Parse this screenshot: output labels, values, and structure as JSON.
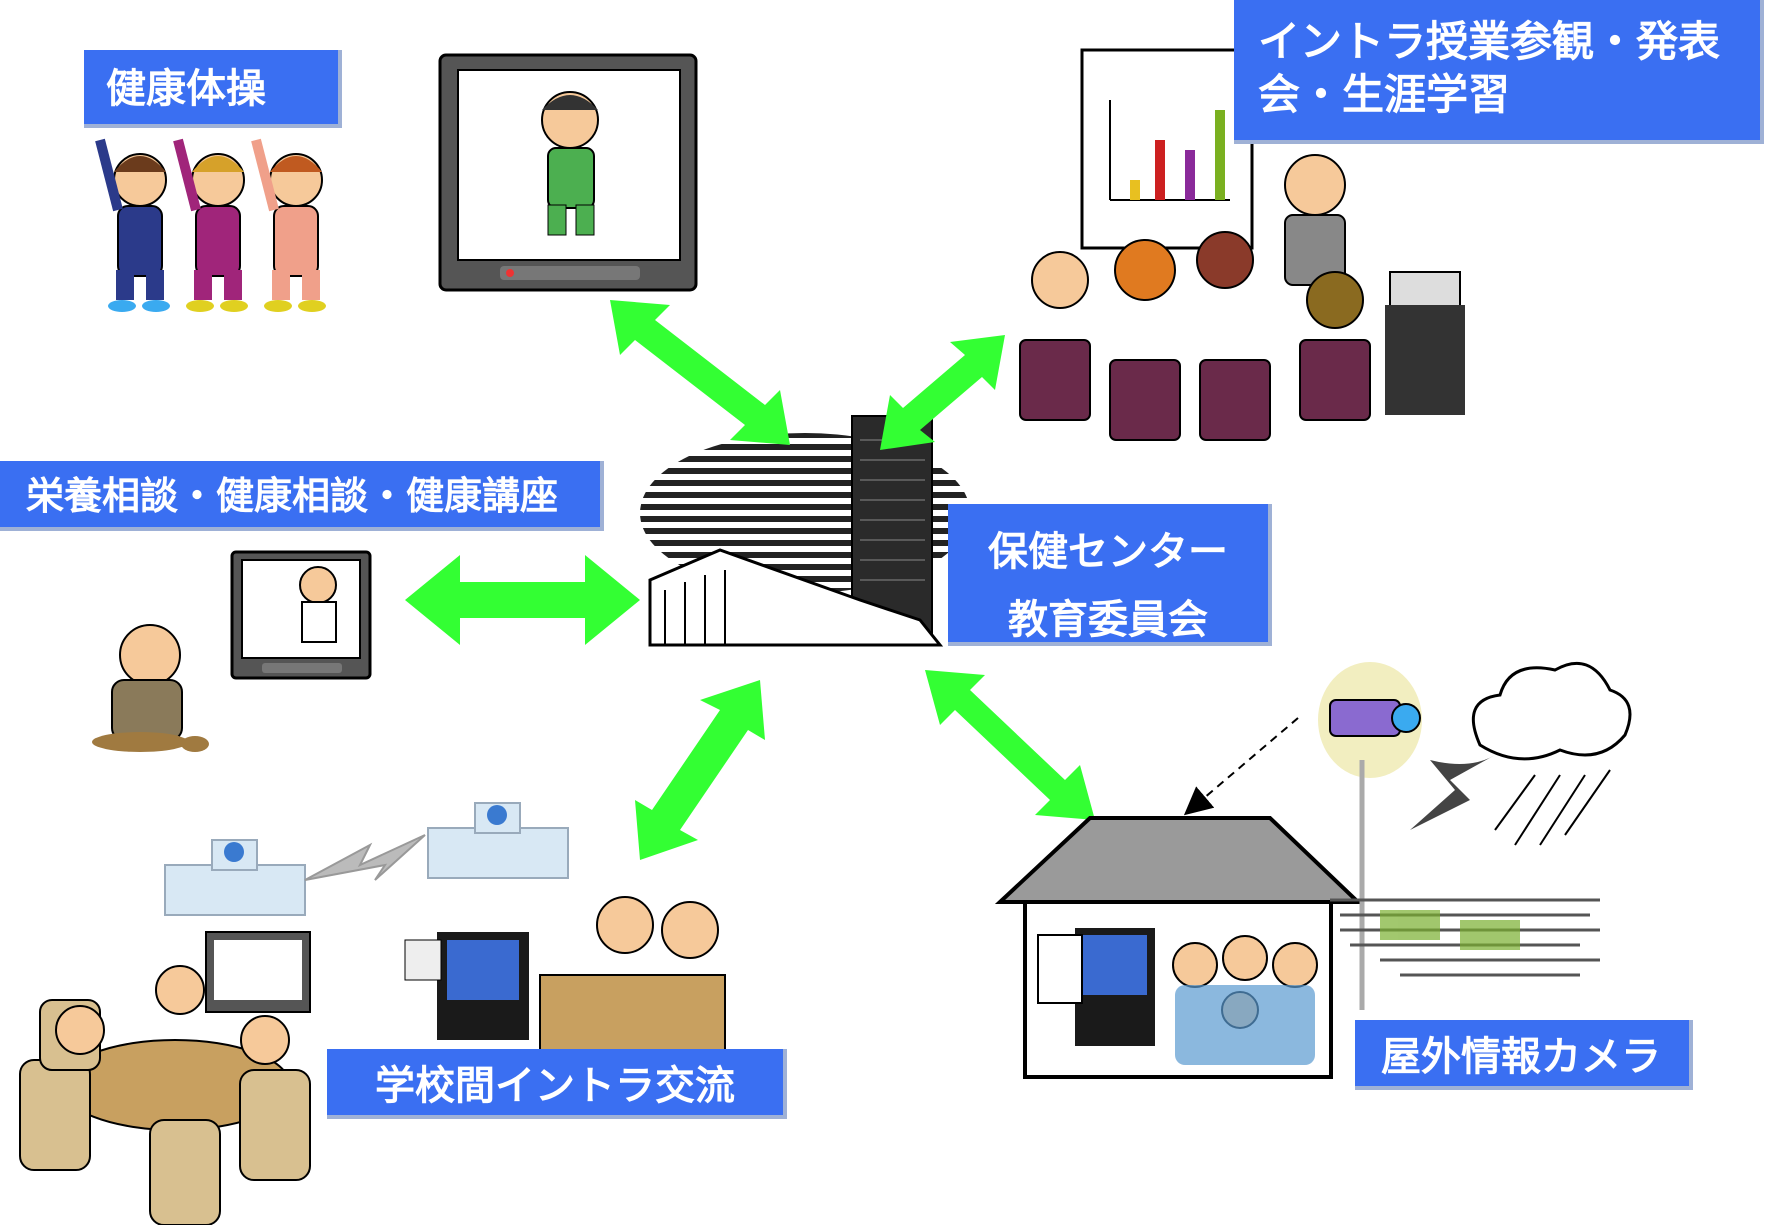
{
  "labels": {
    "kenko_taiso": "健康体操",
    "intra_jugyo_line1": "イントラ授業参観・発表",
    "intra_jugyo_line2": "会・生涯学習",
    "eiyo_sodan": "栄養相談・健康相談・健康講座",
    "center_line1": "保健センター",
    "center_line2": "教育委員会",
    "gakko_kan": "学校間イントラ交流",
    "okugai_camera": "屋外情報カメラ"
  },
  "colors": {
    "label_bg": "#3a6ff2",
    "label_text": "#ffffff",
    "arrow": "#33ff33",
    "house_roof": "#9a9a9a"
  },
  "icons": [
    "exercise-people-icon",
    "tv-monitor-icon",
    "presentation-meeting-icon",
    "consultation-tv-icon",
    "central-building-icon",
    "school-building-icon",
    "lightning-link-icon",
    "video-conference-icon",
    "house-icon",
    "video-camera-icon",
    "rain-cloud-icon"
  ]
}
